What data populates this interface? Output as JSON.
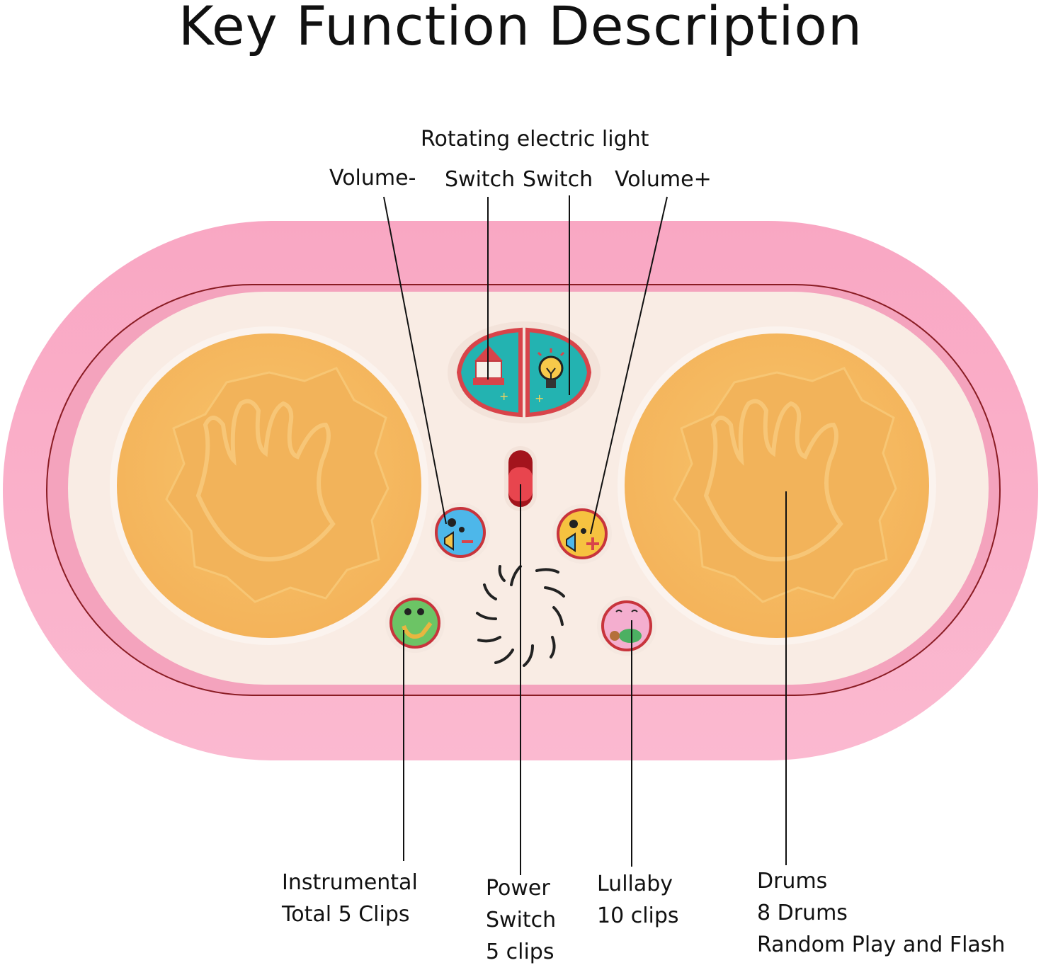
{
  "title": "Key Function Description",
  "colors": {
    "shell": "#f7a9c4",
    "shell_light": "#fbc4d7",
    "panel": "#f9ede6",
    "panel_edge": "#8a1c24",
    "drum": "#f6c46a",
    "drum_inner": "#f2b85c",
    "teal": "#23b3b1",
    "button_ring": "#d8444a",
    "switch_red": "#e0353f"
  },
  "callouts": {
    "rotating_light": "Rotating electric light",
    "volume_minus": "Volume-",
    "switch_left": "Switch",
    "switch_right": "Switch",
    "volume_plus": "Volume+",
    "instrumental": [
      "Instrumental",
      "Total 5 Clips"
    ],
    "power_switch": [
      "Power",
      "Switch",
      "5 clips"
    ],
    "lullaby": [
      "Lullaby",
      "10 clips"
    ],
    "drums": [
      "Drums",
      "8 Drums",
      "Random Play and Flash"
    ]
  },
  "icons": {
    "carousel": "carousel-icon",
    "light_bulb": "light-bulb-icon",
    "volume_down": "volume-down-icon",
    "volume_up": "volume-up-icon",
    "saxophone": "saxophone-icon",
    "baby": "sleeping-baby-icon",
    "hand": "hand-print-icon",
    "speaker": "speaker-grille-icon"
  }
}
